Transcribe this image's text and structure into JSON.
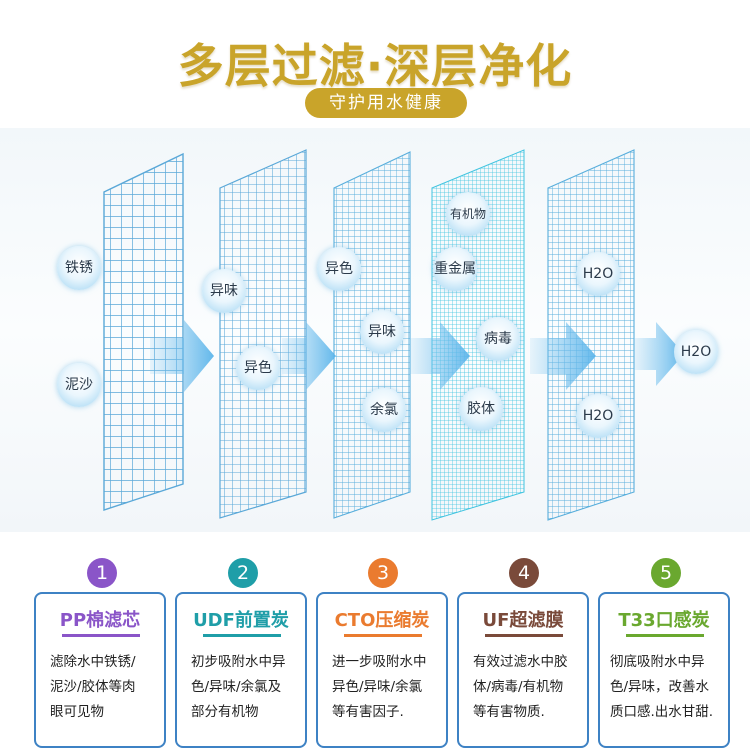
{
  "header": {
    "title": "多层过滤·深层净化",
    "subtitle": "守护用水健康"
  },
  "diagram": {
    "layer1": [
      "铁锈",
      "泥沙"
    ],
    "layer2": [
      "异味",
      "异色"
    ],
    "layer3": [
      "异色",
      "异味",
      "余氯"
    ],
    "layer4": [
      "有机物",
      "重金属",
      "病毒",
      "胶体"
    ],
    "layer5": [
      "H2O",
      "H2O"
    ],
    "output": "H2O",
    "colors": {
      "grid": "#5aa8d8",
      "grid_dense": "#40c4e0",
      "arrow": "#7cc4ef"
    }
  },
  "stages": [
    {
      "number": "1",
      "title": "PP棉滤芯",
      "color": "#8a55c8",
      "lines": [
        "滤除水中铁锈/",
        "泥沙/胶体等肉",
        "眼可见物"
      ]
    },
    {
      "number": "2",
      "title": "UDF前置炭",
      "color": "#1f9ea8",
      "lines": [
        "初步吸附水中异",
        "色/异味/余氯及",
        "部分有机物"
      ]
    },
    {
      "number": "3",
      "title": "CTO压缩炭",
      "color": "#ea7b2f",
      "lines": [
        "进一步吸附水中",
        "异色/异味/余氯",
        "等有害因子."
      ]
    },
    {
      "number": "4",
      "title": "UF超滤膜",
      "color": "#7a4a3a",
      "lines": [
        "有效过滤水中胶",
        "体/病毒/有机物",
        "等有害物质."
      ]
    },
    {
      "number": "5",
      "title": "T33口感炭",
      "color": "#6aa82f",
      "lines": [
        "彻底吸附水中异",
        "色/异味，改善水",
        "质口感.出水甘甜."
      ]
    }
  ]
}
